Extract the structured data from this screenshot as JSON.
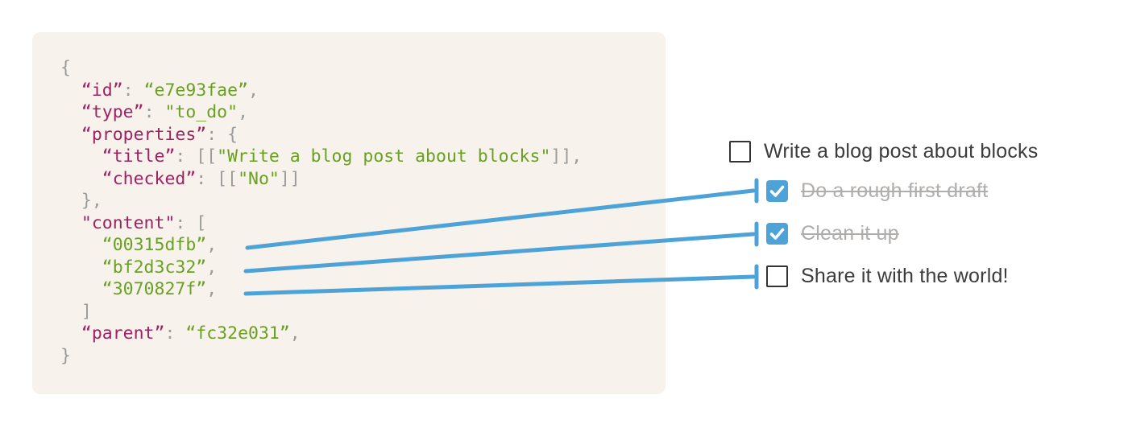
{
  "colors": {
    "page_bg": "#ffffff",
    "code_bg": "#F7F3EC",
    "code_key": "#9F2162",
    "code_string": "#69A021",
    "code_punct": "#9B9B9B",
    "todo_text": "#3C3C3C",
    "todo_done_text": "#B0AEAC",
    "checkbox_border": "#333333",
    "accent_blue": "#4DA3D8",
    "check_mark": "#ffffff"
  },
  "code_block": {
    "language": "json",
    "lines": [
      [
        [
          "punc",
          "{"
        ]
      ],
      [
        [
          "punc",
          "  "
        ],
        [
          "key",
          "“id”"
        ],
        [
          "punc",
          ": "
        ],
        [
          "str",
          "“e7e93fae”"
        ],
        [
          "punc",
          ","
        ]
      ],
      [
        [
          "punc",
          "  "
        ],
        [
          "key",
          "“type”"
        ],
        [
          "punc",
          ": "
        ],
        [
          "str",
          "\"to_do\""
        ],
        [
          "punc",
          ","
        ]
      ],
      [
        [
          "punc",
          "  "
        ],
        [
          "key",
          "“properties”"
        ],
        [
          "punc",
          ": {"
        ]
      ],
      [
        [
          "punc",
          "    "
        ],
        [
          "key",
          "“title”"
        ],
        [
          "punc",
          ": [["
        ],
        [
          "str",
          "\"Write a blog post about blocks\""
        ],
        [
          "punc",
          "]],"
        ]
      ],
      [
        [
          "punc",
          "    "
        ],
        [
          "key",
          "“checked”"
        ],
        [
          "punc",
          ": [["
        ],
        [
          "str",
          "\"No\""
        ],
        [
          "punc",
          "]]"
        ]
      ],
      [
        [
          "punc",
          "  },"
        ]
      ],
      [
        [
          "punc",
          "  "
        ],
        [
          "key",
          "\"content\""
        ],
        [
          "punc",
          ": ["
        ]
      ],
      [
        [
          "punc",
          "    "
        ],
        [
          "str",
          "“00315dfb”"
        ],
        [
          "punc",
          ","
        ]
      ],
      [
        [
          "punc",
          "    "
        ],
        [
          "str",
          "“bf2d3c32”"
        ],
        [
          "punc",
          ","
        ]
      ],
      [
        [
          "punc",
          "    "
        ],
        [
          "str",
          "“3070827f”"
        ],
        [
          "punc",
          ","
        ]
      ],
      [
        [
          "punc",
          "  ]"
        ]
      ],
      [
        [
          "punc",
          "  "
        ],
        [
          "key",
          "“parent”"
        ],
        [
          "punc",
          ": "
        ],
        [
          "str",
          "“fc32e031”"
        ],
        [
          "punc",
          ","
        ]
      ],
      [
        [
          "punc",
          "}"
        ]
      ]
    ]
  },
  "todo_list": {
    "items": [
      {
        "label": "Write a blog post about blocks",
        "checked": false,
        "indented": false
      },
      {
        "label": "Do a rough first draft",
        "checked": true,
        "indented": true
      },
      {
        "label": "Clean it up",
        "checked": true,
        "indented": true
      },
      {
        "label": "Share it with the world!",
        "checked": false,
        "indented": true
      }
    ]
  },
  "connectors": [
    {
      "from_block_id": "00315dfb",
      "to_item": "Do a rough first draft"
    },
    {
      "from_block_id": "bf2d3c32",
      "to_item": "Clean it up"
    },
    {
      "from_block_id": "3070827f",
      "to_item": "Share it with the world!"
    }
  ]
}
